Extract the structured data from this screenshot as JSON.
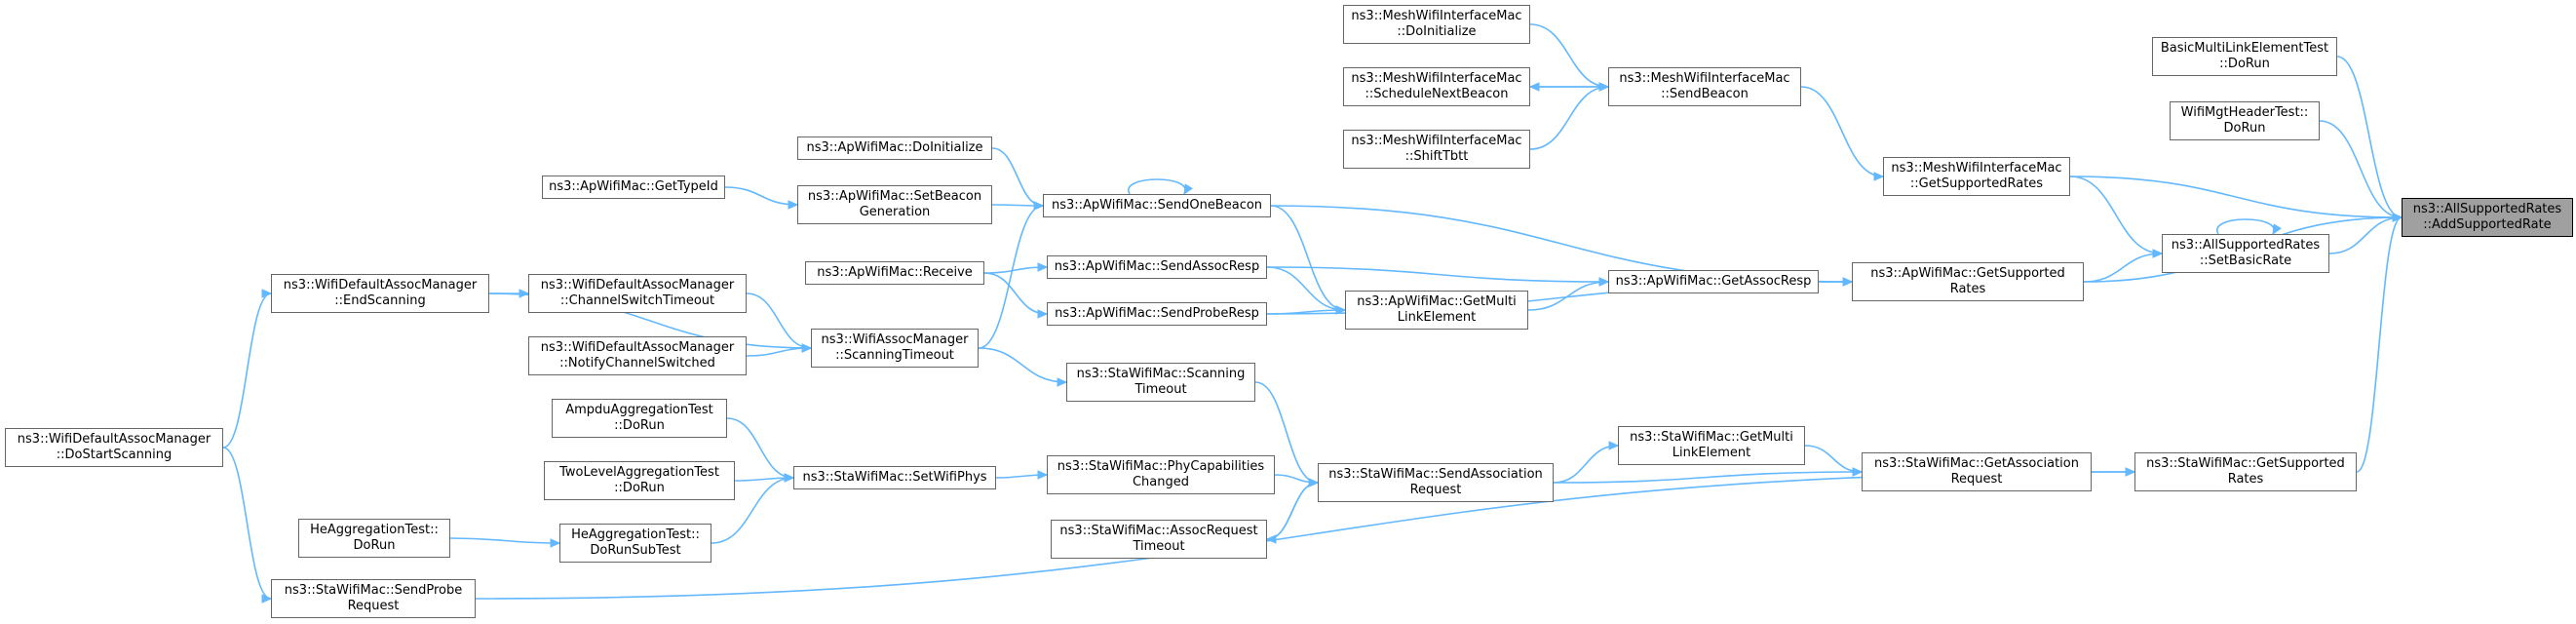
{
  "colors": {
    "edge": "#63b8ff",
    "node_border": "#666666",
    "root_fill": "#a0a0a0"
  },
  "nodes": [
    {
      "id": "root",
      "lines": [
        "ns3::AllSupportedRates",
        "::AddSupportedRate"
      ],
      "root": true
    },
    {
      "id": "basicmulti",
      "lines": [
        "BasicMultiLinkElementTest",
        "::DoRun"
      ]
    },
    {
      "id": "wifimgt",
      "lines": [
        "WifiMgtHeaderTest::",
        "DoRun"
      ]
    },
    {
      "id": "setbasicrate",
      "lines": [
        "ns3::AllSupportedRates",
        "::SetBasicRate"
      ]
    },
    {
      "id": "mesh_getsupported",
      "lines": [
        "ns3::MeshWifiInterfaceMac",
        "::GetSupportedRates"
      ]
    },
    {
      "id": "ap_getsupported",
      "lines": [
        "ns3::ApWifiMac::GetSupported",
        "Rates"
      ]
    },
    {
      "id": "sta_getsupported",
      "lines": [
        "ns3::StaWifiMac::GetSupported",
        "Rates"
      ]
    },
    {
      "id": "mesh_sendbeacon",
      "lines": [
        "ns3::MeshWifiInterfaceMac",
        "::SendBeacon"
      ]
    },
    {
      "id": "mesh_doinit",
      "lines": [
        "ns3::MeshWifiInterfaceMac",
        "::DoInitialize"
      ]
    },
    {
      "id": "mesh_schedule",
      "lines": [
        "ns3::MeshWifiInterfaceMac",
        "::ScheduleNextBeacon"
      ]
    },
    {
      "id": "mesh_shift",
      "lines": [
        "ns3::MeshWifiInterfaceMac",
        "::ShiftTbtt"
      ]
    },
    {
      "id": "ap_sendonebeacon",
      "lines": [
        "ns3::ApWifiMac::SendOneBeacon"
      ]
    },
    {
      "id": "ap_getassocresp",
      "lines": [
        "ns3::ApWifiMac::GetAssocResp"
      ]
    },
    {
      "id": "ap_getmulti",
      "lines": [
        "ns3::ApWifiMac::GetMulti",
        "LinkElement"
      ]
    },
    {
      "id": "ap_doinit",
      "lines": [
        "ns3::ApWifiMac::DoInitialize"
      ]
    },
    {
      "id": "ap_setbeacon",
      "lines": [
        "ns3::ApWifiMac::SetBeacon",
        "Generation"
      ]
    },
    {
      "id": "ap_gettypeid",
      "lines": [
        "ns3::ApWifiMac::GetTypeId"
      ]
    },
    {
      "id": "ap_sendassocresp",
      "lines": [
        "ns3::ApWifiMac::SendAssocResp"
      ]
    },
    {
      "id": "ap_sendproberesp",
      "lines": [
        "ns3::ApWifiMac::SendProbeResp"
      ]
    },
    {
      "id": "ap_receive",
      "lines": [
        "ns3::ApWifiMac::Receive"
      ]
    },
    {
      "id": "assoc_scantimeout",
      "lines": [
        "ns3::WifiAssocManager",
        "::ScanningTimeout"
      ]
    },
    {
      "id": "def_chanswitch",
      "lines": [
        "ns3::WifiDefaultAssocManager",
        "::ChannelSwitchTimeout"
      ]
    },
    {
      "id": "def_notify",
      "lines": [
        "ns3::WifiDefaultAssocManager",
        "::NotifyChannelSwitched"
      ]
    },
    {
      "id": "def_endscan",
      "lines": [
        "ns3::WifiDefaultAssocManager",
        "::EndScanning"
      ]
    },
    {
      "id": "def_dostart",
      "lines": [
        "ns3::WifiDefaultAssocManager",
        "::DoStartScanning"
      ]
    },
    {
      "id": "sta_sendprobe",
      "lines": [
        "ns3::StaWifiMac::SendProbe",
        "Request"
      ]
    },
    {
      "id": "sta_getassocreq",
      "lines": [
        "ns3::StaWifiMac::GetAssociation",
        "Request"
      ]
    },
    {
      "id": "sta_getmulti",
      "lines": [
        "ns3::StaWifiMac::GetMulti",
        "LinkElement"
      ]
    },
    {
      "id": "sta_sendassocreq",
      "lines": [
        "ns3::StaWifiMac::SendAssociation",
        "Request"
      ]
    },
    {
      "id": "sta_scantimeout",
      "lines": [
        "ns3::StaWifiMac::Scanning",
        "Timeout"
      ]
    },
    {
      "id": "sta_phycap",
      "lines": [
        "ns3::StaWifiMac::PhyCapabilities",
        "Changed"
      ]
    },
    {
      "id": "sta_assocreqtimeout",
      "lines": [
        "ns3::StaWifiMac::AssocRequest",
        "Timeout"
      ]
    },
    {
      "id": "sta_setwifiphys",
      "lines": [
        "ns3::StaWifiMac::SetWifiPhys"
      ]
    },
    {
      "id": "ampdu",
      "lines": [
        "AmpduAggregationTest",
        "::DoRun"
      ]
    },
    {
      "id": "twolevel",
      "lines": [
        "TwoLevelAggregationTest",
        "::DoRun"
      ]
    },
    {
      "id": "he_dorunsub",
      "lines": [
        "HeAggregationTest::",
        "DoRunSubTest"
      ]
    },
    {
      "id": "he_dorun",
      "lines": [
        "HeAggregationTest::",
        "DoRun"
      ]
    }
  ],
  "edges": [
    [
      "basicmulti",
      "root"
    ],
    [
      "wifimgt",
      "root"
    ],
    [
      "setbasicrate",
      "root"
    ],
    [
      "mesh_getsupported",
      "root"
    ],
    [
      "ap_getsupported",
      "root"
    ],
    [
      "sta_getsupported",
      "root"
    ],
    [
      "setbasicrate",
      "setbasicrate"
    ],
    [
      "mesh_getsupported",
      "setbasicrate"
    ],
    [
      "ap_getsupported",
      "setbasicrate"
    ],
    [
      "mesh_sendbeacon",
      "mesh_getsupported"
    ],
    [
      "mesh_doinit",
      "mesh_sendbeacon"
    ],
    [
      "mesh_schedule",
      "mesh_sendbeacon"
    ],
    [
      "mesh_sendbeacon",
      "mesh_schedule"
    ],
    [
      "mesh_shift",
      "mesh_sendbeacon"
    ],
    [
      "ap_sendonebeacon",
      "ap_getsupported"
    ],
    [
      "ap_getassocresp",
      "ap_getsupported"
    ],
    [
      "ap_sendproberesp",
      "ap_getsupported"
    ],
    [
      "ap_getmulti",
      "ap_getassocresp"
    ],
    [
      "ap_sendassocresp",
      "ap_getassocresp"
    ],
    [
      "ap_sendonebeacon",
      "ap_getmulti"
    ],
    [
      "ap_sendassocresp",
      "ap_getmulti"
    ],
    [
      "ap_sendproberesp",
      "ap_getmulti"
    ],
    [
      "ap_sendonebeacon",
      "ap_sendonebeacon"
    ],
    [
      "ap_doinit",
      "ap_sendonebeacon"
    ],
    [
      "ap_setbeacon",
      "ap_sendonebeacon"
    ],
    [
      "ap_gettypeid",
      "ap_setbeacon"
    ],
    [
      "ap_receive",
      "ap_sendassocresp"
    ],
    [
      "ap_receive",
      "ap_sendproberesp"
    ],
    [
      "assoc_scantimeout",
      "ap_sendonebeacon"
    ],
    [
      "def_chanswitch",
      "assoc_scantimeout"
    ],
    [
      "def_notify",
      "assoc_scantimeout"
    ],
    [
      "def_endscan",
      "assoc_scantimeout"
    ],
    [
      "def_endscan",
      "def_chanswitch"
    ],
    [
      "def_dostart",
      "def_endscan"
    ],
    [
      "assoc_scantimeout",
      "sta_scantimeout"
    ],
    [
      "sta_scantimeout",
      "sta_sendassocreq"
    ],
    [
      "sta_sendassocreq",
      "sta_getmulti"
    ],
    [
      "sta_sendassocreq",
      "sta_getassocreq"
    ],
    [
      "sta_getmulti",
      "sta_getassocreq"
    ],
    [
      "sta_getassocreq",
      "sta_getsupported"
    ],
    [
      "sta_sendprobe",
      "sta_getsupported"
    ],
    [
      "sta_phycap",
      "sta_sendassocreq"
    ],
    [
      "sta_assocreqtimeout",
      "sta_sendassocreq"
    ],
    [
      "sta_sendassocreq",
      "sta_assocreqtimeout"
    ],
    [
      "sta_setwifiphys",
      "sta_phycap"
    ],
    [
      "ampdu",
      "sta_setwifiphys"
    ],
    [
      "twolevel",
      "sta_setwifiphys"
    ],
    [
      "he_dorunsub",
      "sta_setwifiphys"
    ],
    [
      "he_dorun",
      "he_dorunsub"
    ],
    [
      "def_dostart",
      "sta_sendprobe"
    ]
  ]
}
